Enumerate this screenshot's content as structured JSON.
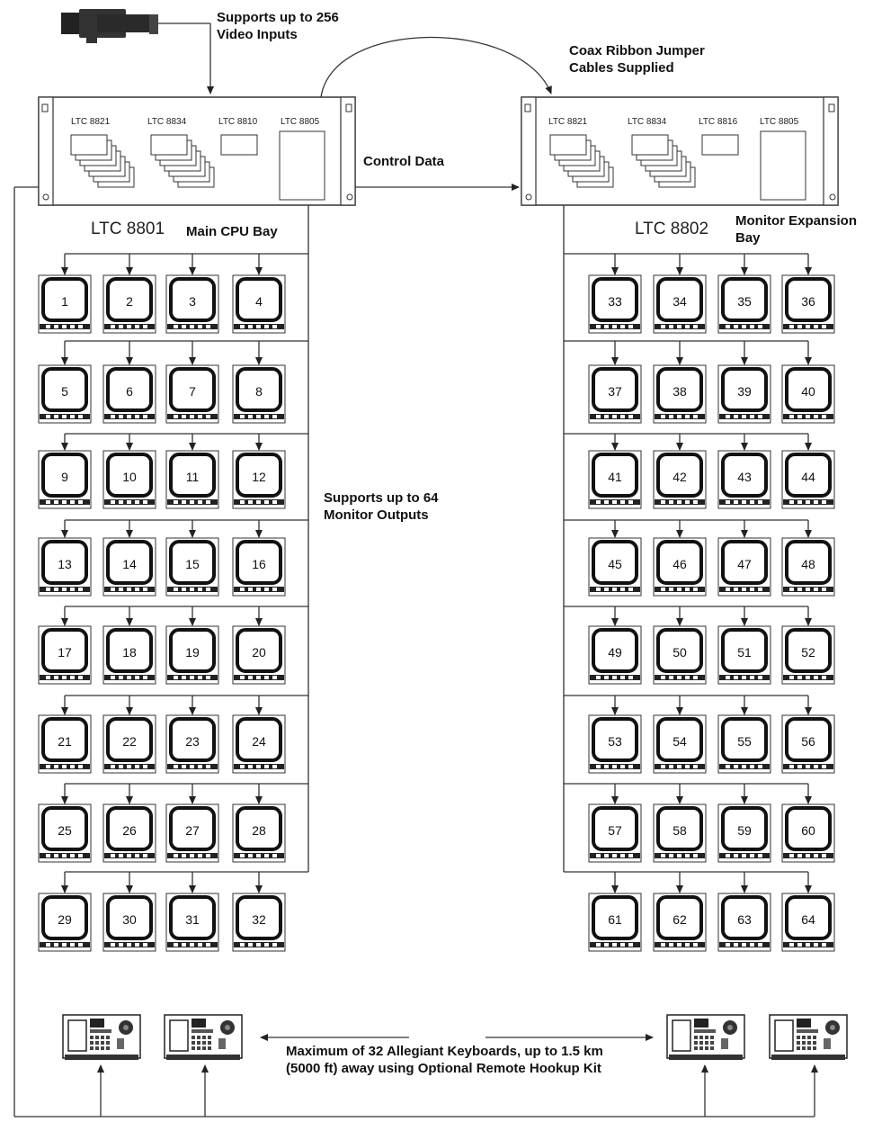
{
  "labels": {
    "video_inputs": "Supports up to 256\nVideo Inputs",
    "coax": "Coax Ribbon Jumper\nCables Supplied",
    "control_data": "Control Data",
    "monitor_outputs": "Supports up to 64\nMonitor Outputs",
    "keyboards": "Maximum of 32 Allegiant Keyboards, up to 1.5 km\n(5000 ft) away using Optional Remote Hookup Kit"
  },
  "main_bay": {
    "model": "LTC 8801",
    "name": "Main CPU Bay",
    "boards": [
      "LTC 8821",
      "LTC 8834",
      "LTC 8810",
      "LTC 8805"
    ]
  },
  "expansion_bay": {
    "model": "LTC 8802",
    "name": "Monitor Expansion\nBay",
    "boards": [
      "LTC 8821",
      "LTC 8834",
      "LTC 8816",
      "LTC 8805"
    ]
  },
  "monitors_left": [
    "1",
    "2",
    "3",
    "4",
    "5",
    "6",
    "7",
    "8",
    "9",
    "10",
    "11",
    "12",
    "13",
    "14",
    "15",
    "16",
    "17",
    "18",
    "19",
    "20",
    "21",
    "22",
    "23",
    "24",
    "25",
    "26",
    "27",
    "28",
    "29",
    "30",
    "31",
    "32"
  ],
  "monitors_right": [
    "33",
    "34",
    "35",
    "36",
    "37",
    "38",
    "39",
    "40",
    "41",
    "42",
    "43",
    "44",
    "45",
    "46",
    "47",
    "48",
    "49",
    "50",
    "51",
    "52",
    "53",
    "54",
    "55",
    "56",
    "57",
    "58",
    "59",
    "60",
    "61",
    "62",
    "63",
    "64"
  ]
}
